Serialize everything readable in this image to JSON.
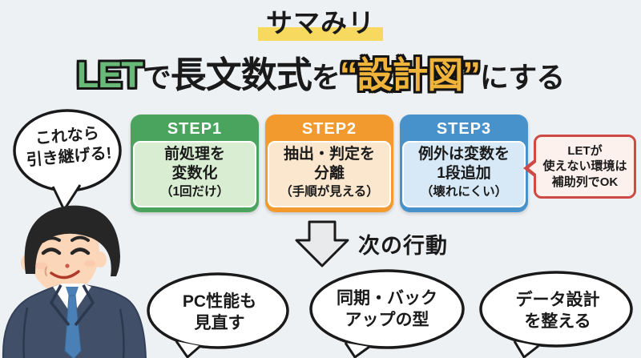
{
  "badge": {
    "text": "サマみリ"
  },
  "title": {
    "parts": {
      "let": "LET",
      "de": "で",
      "chobun": "長文数式",
      "wo": "を",
      "blueprint": "“設計図”",
      "nisuru": "にする"
    }
  },
  "colors": {
    "background": "#eef1f4",
    "badge_highlight": "#f7d95f",
    "title_let_green": "#68b878",
    "title_blueprint_yellow": "#f0b43a",
    "step1_green": "#4aa45e",
    "step1_body": "#d9edd3",
    "step2_orange": "#f39a2e",
    "step2_body": "#fbe7cd",
    "step3_blue": "#4792cb",
    "step3_body": "#d7e9f6",
    "note_red": "#cf4a45",
    "note_bg": "#fdf1ee"
  },
  "steps": [
    {
      "label": "STEP1",
      "lines": [
        "前処理を",
        "変数化",
        "（1回だけ）"
      ]
    },
    {
      "label": "STEP2",
      "lines": [
        "抽出・判定を",
        "分離",
        "（手順が見える）"
      ]
    },
    {
      "label": "STEP3",
      "lines": [
        "例外は変数を",
        "1段追加",
        "（壊れにくい）"
      ]
    }
  ],
  "note": {
    "lines": [
      "LETが",
      "使えない環境は",
      "補助列でOK"
    ]
  },
  "intro_bubble": {
    "lines": [
      "これなら",
      "引き継げる!"
    ]
  },
  "next_action": {
    "label": "次の行動"
  },
  "action_bubbles": [
    {
      "lines": [
        "PC性能も",
        "見直す"
      ]
    },
    {
      "lines": [
        "同期・バック",
        "アップの型"
      ]
    },
    {
      "lines": [
        "データ設計",
        "を整える"
      ]
    }
  ]
}
